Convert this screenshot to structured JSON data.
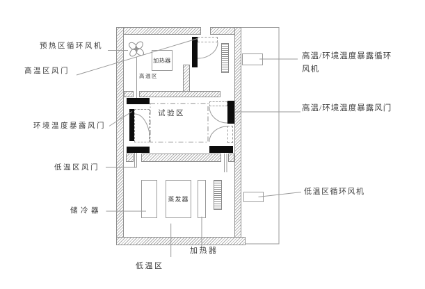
{
  "labels": {
    "preheat_fan": "预热区循环风机",
    "ht_damper": "高温区风门",
    "ambient_damper": "环境温度暴露风门",
    "lt_damper": "低温区风门",
    "cold_store": "储冷器",
    "lt_zone_bottom": "低温区",
    "heater_bottom": "加热器",
    "ht_ambient_fan_line1": "高温/环境温度暴露循环",
    "ht_ambient_fan_line2": "风机",
    "ht_ambient_damper": "高温/环境温度暴露风门",
    "lt_fan": "低温区循环风机",
    "ht_zone": "高温区",
    "test_zone": "试验区",
    "heater_top": "加热器",
    "evaporator": "蒸发器"
  },
  "icons": {
    "fan": "fan-icon",
    "heater_coil_top": "heater-coil-icon",
    "heater_coil_bottom": "heater-coil-icon"
  },
  "colors": {
    "background": "#ffffff",
    "line": "#9a9a9a",
    "wall_hatch": "#adadad",
    "damper_fill": "#0d0d0d",
    "text": "#3d3d3d"
  }
}
